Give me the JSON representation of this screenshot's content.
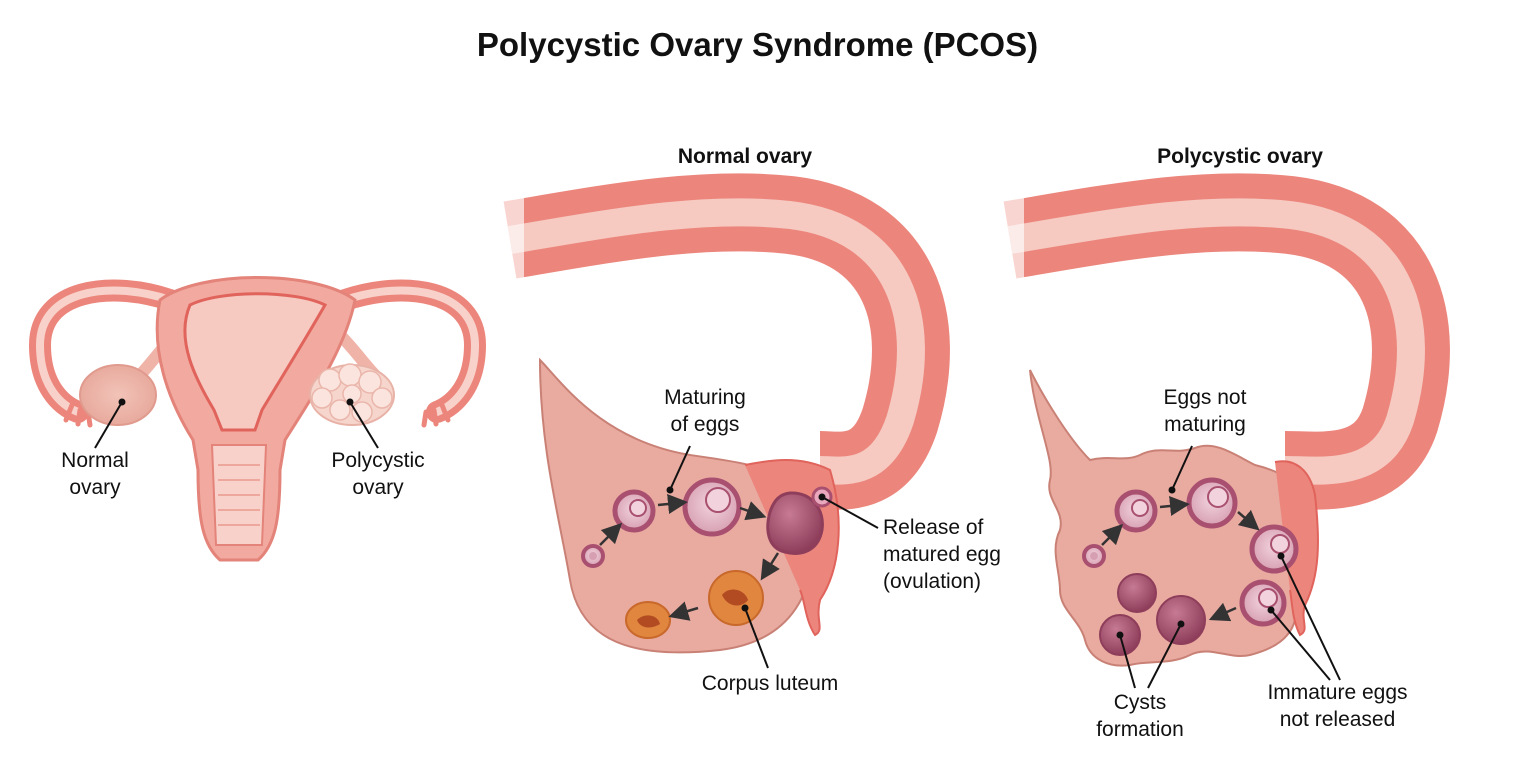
{
  "title": "Polycystic Ovary Syndrome (PCOS)",
  "panels": {
    "normal": {
      "heading": "Normal ovary"
    },
    "polycystic": {
      "heading": "Polycystic ovary"
    }
  },
  "uterus_labels": {
    "normal": [
      "Normal",
      "ovary"
    ],
    "polycystic": [
      "Polycystic",
      "ovary"
    ]
  },
  "normal_labels": {
    "maturing": [
      "Maturing",
      "of eggs"
    ],
    "release": [
      "Release of",
      "matured egg",
      "(ovulation)"
    ],
    "corpus": "Corpus luteum"
  },
  "pcos_labels": {
    "not_maturing": [
      "Eggs not",
      "maturing"
    ],
    "cysts": [
      "Cysts",
      "formation"
    ],
    "immature": [
      "Immature eggs",
      "not released"
    ]
  },
  "colors": {
    "tissue_light": "#f6c9c1",
    "tissue_mid": "#ef8f86",
    "tissue_dark": "#e0635c",
    "ovary_fill": "#e9aaa0",
    "follicle": "#b25b78",
    "corpus_luteum": "#e0863f"
  }
}
